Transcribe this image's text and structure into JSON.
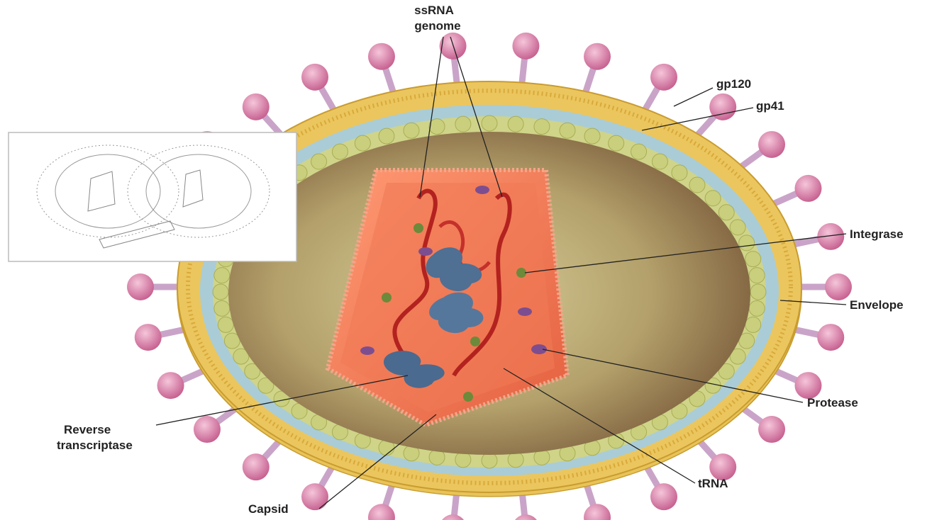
{
  "labels": {
    "ssrna_line1": "ssRNA",
    "ssrna_line2": "genome",
    "gp120": "gp120",
    "gp41": "gp41",
    "integrase": "Integrase",
    "envelope": "Envelope",
    "protease": "Protease",
    "trna": "tRNA",
    "capsid": "Capsid",
    "rt_line1": "Reverse",
    "rt_line2": "transcriptase"
  },
  "colors": {
    "envelope_outer": "#e9c05a",
    "envelope_inner": "#9fc3cf",
    "matrix": "#c8cf82",
    "interior": "#b8a46a",
    "capsid_fill": "#ef7b57",
    "rna": "#b0201e",
    "spike_head": "#d97ca6",
    "spike_stalk": "#c9a4c8",
    "enzyme": "#4f6f93"
  }
}
